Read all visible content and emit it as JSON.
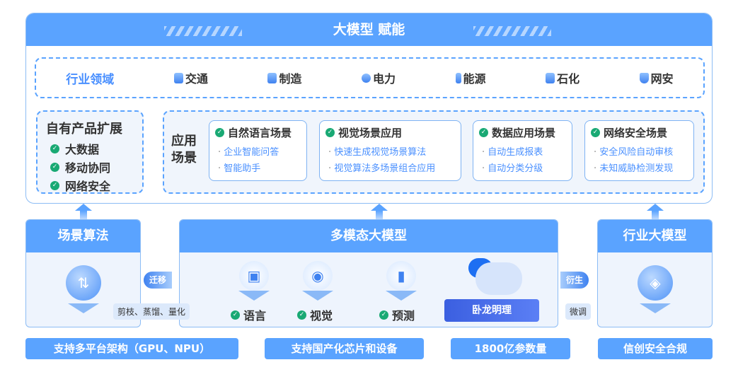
{
  "top": {
    "title": "大模型 赋能",
    "industry": {
      "label": "行业领域",
      "items": [
        {
          "icon": "road-icon",
          "label": "交通"
        },
        {
          "icon": "robot-arm-icon",
          "label": "制造"
        },
        {
          "icon": "lightning-icon",
          "label": "电力"
        },
        {
          "icon": "battery-icon",
          "label": "能源"
        },
        {
          "icon": "fuel-pump-icon",
          "label": "石化"
        },
        {
          "icon": "shield-check-icon",
          "label": "网安"
        }
      ]
    },
    "own_products": {
      "title": "自有产品扩展",
      "items": [
        "大数据",
        "移动协同",
        "网络安全"
      ]
    },
    "applications": {
      "label": "应用场景",
      "cards": [
        {
          "title": "自然语言场景",
          "items": [
            "企业智能问答",
            "智能助手"
          ]
        },
        {
          "title": "视觉场景应用",
          "items": [
            "快速生成视觉场景算法",
            "视觉算法多场景组合应用"
          ]
        },
        {
          "title": "数据应用场景",
          "items": [
            "自动生成报表",
            "自动分类分级"
          ]
        },
        {
          "title": "网络安全场景",
          "items": [
            "安全风险自动审核",
            "未知威胁检测发现"
          ]
        }
      ]
    }
  },
  "scene_algo": {
    "title": "场景算法",
    "tag": "剪枝、蒸馏、量化"
  },
  "multimodal": {
    "title": "多模态大模型",
    "items": [
      {
        "icon": "chat-icon",
        "label": "语言"
      },
      {
        "icon": "eye-icon",
        "label": "视觉"
      },
      {
        "icon": "bar-chart-icon",
        "label": "预测"
      }
    ],
    "brand": "卧龙明理"
  },
  "industry_model": {
    "title": "行业大模型",
    "tag": "微调"
  },
  "arrows": {
    "left": "迁移",
    "right": "衍生"
  },
  "footer": [
    "支持多平台架构（GPU、NPU）",
    "支持国产化芯片和设备",
    "1800亿参数量",
    "信创安全合规"
  ]
}
